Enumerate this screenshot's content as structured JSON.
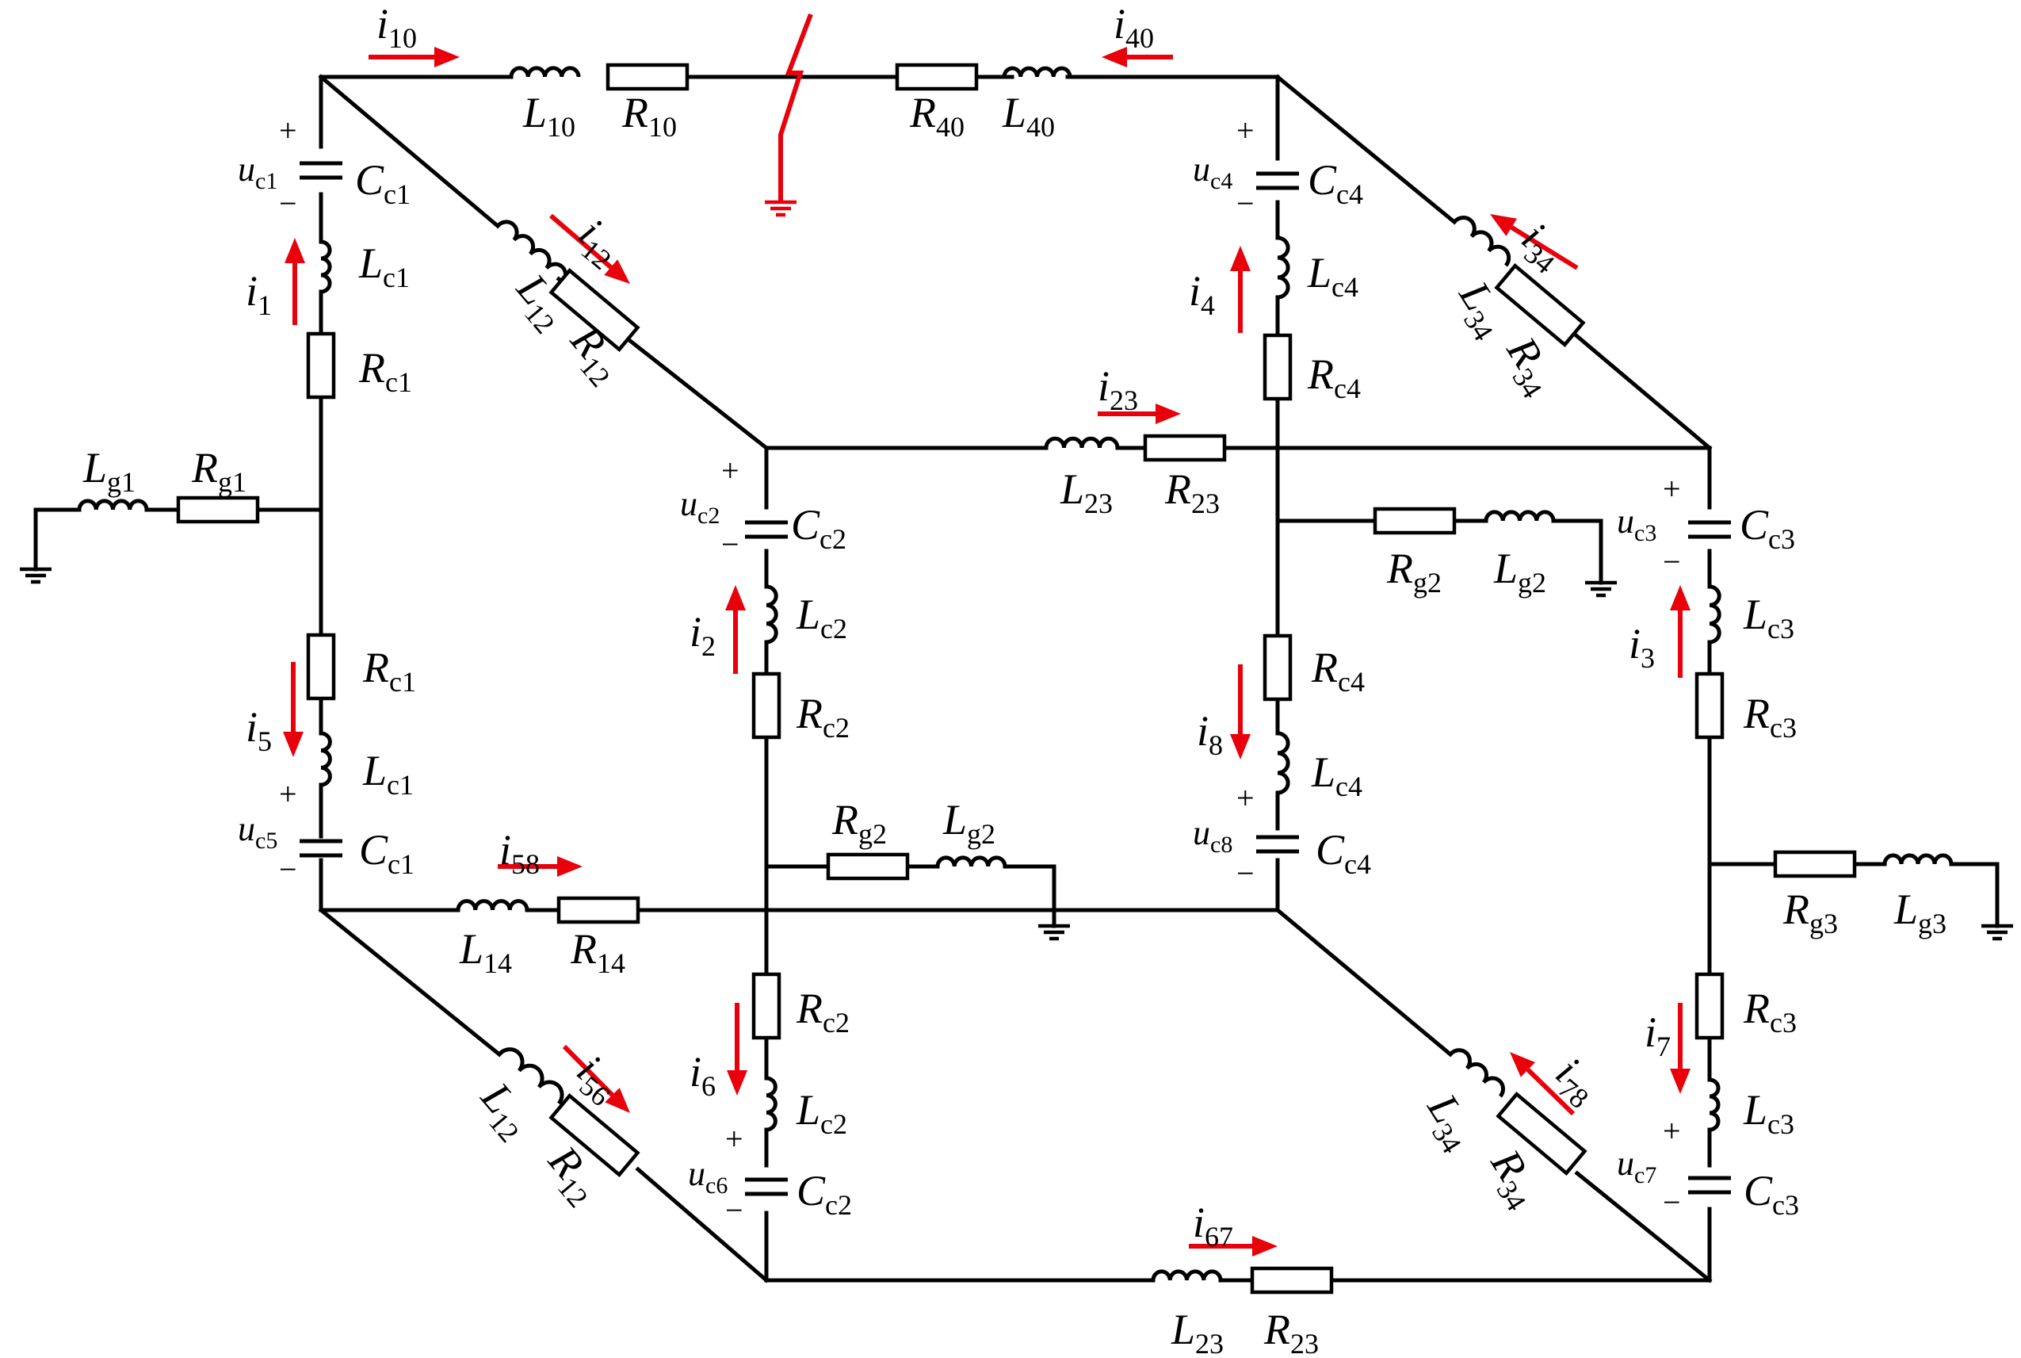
{
  "labels": [
    {
      "b": "i",
      "s": "10",
      "kind": "current"
    },
    {
      "b": "i",
      "s": "40",
      "kind": "current"
    },
    {
      "b": "L",
      "s": "10"
    },
    {
      "b": "R",
      "s": "10"
    },
    {
      "b": "R",
      "s": "40"
    },
    {
      "b": "L",
      "s": "40"
    },
    {
      "b": "C",
      "s": "c1"
    },
    {
      "b": "L",
      "s": "c1"
    },
    {
      "b": "R",
      "s": "c1"
    },
    {
      "b": "i",
      "s": "1",
      "kind": "current"
    },
    {
      "b": "C",
      "s": "c4"
    },
    {
      "b": "L",
      "s": "c4"
    },
    {
      "b": "R",
      "s": "c4"
    },
    {
      "b": "i",
      "s": "4",
      "kind": "current"
    },
    {
      "b": "L",
      "s": "12"
    },
    {
      "b": "R",
      "s": "12"
    },
    {
      "b": "i",
      "s": "12",
      "kind": "current"
    },
    {
      "b": "L",
      "s": "34"
    },
    {
      "b": "R",
      "s": "34"
    },
    {
      "b": "i",
      "s": "34",
      "kind": "current"
    },
    {
      "b": "i",
      "s": "23",
      "kind": "current"
    },
    {
      "b": "L",
      "s": "23"
    },
    {
      "b": "R",
      "s": "23"
    },
    {
      "b": "L",
      "s": "g1"
    },
    {
      "b": "R",
      "s": "g1"
    },
    {
      "b": "C",
      "s": "c2"
    },
    {
      "b": "L",
      "s": "c2"
    },
    {
      "b": "R",
      "s": "c2"
    },
    {
      "b": "i",
      "s": "2",
      "kind": "current"
    },
    {
      "b": "R",
      "s": "g2"
    },
    {
      "b": "L",
      "s": "g2"
    },
    {
      "b": "C",
      "s": "c3"
    },
    {
      "b": "L",
      "s": "c3"
    },
    {
      "b": "R",
      "s": "c3"
    },
    {
      "b": "i",
      "s": "3",
      "kind": "current"
    },
    {
      "b": "R",
      "s": "c1"
    },
    {
      "b": "L",
      "s": "c1"
    },
    {
      "b": "i",
      "s": "5",
      "kind": "current"
    },
    {
      "b": "C",
      "s": "c1"
    },
    {
      "b": "R",
      "s": "c4"
    },
    {
      "b": "L",
      "s": "c4"
    },
    {
      "b": "i",
      "s": "8",
      "kind": "current"
    },
    {
      "b": "C",
      "s": "c4"
    },
    {
      "b": "R",
      "s": "g2"
    },
    {
      "b": "L",
      "s": "g2"
    },
    {
      "b": "i",
      "s": "58",
      "kind": "current"
    },
    {
      "b": "L",
      "s": "14"
    },
    {
      "b": "R",
      "s": "14"
    },
    {
      "b": "R",
      "s": "g3"
    },
    {
      "b": "L",
      "s": "g3"
    },
    {
      "b": "R",
      "s": "c2"
    },
    {
      "b": "L",
      "s": "c2"
    },
    {
      "b": "i",
      "s": "6",
      "kind": "current"
    },
    {
      "b": "C",
      "s": "c2"
    },
    {
      "b": "R",
      "s": "c3"
    },
    {
      "b": "L",
      "s": "c3"
    },
    {
      "b": "i",
      "s": "7",
      "kind": "current"
    },
    {
      "b": "C",
      "s": "c3"
    },
    {
      "b": "L",
      "s": "12"
    },
    {
      "b": "R",
      "s": "12"
    },
    {
      "b": "i",
      "s": "56",
      "kind": "current"
    },
    {
      "b": "L",
      "s": "34"
    },
    {
      "b": "R",
      "s": "34"
    },
    {
      "b": "i",
      "s": "78",
      "kind": "current"
    },
    {
      "b": "i",
      "s": "67",
      "kind": "current"
    },
    {
      "b": "L",
      "s": "23"
    },
    {
      "b": "R",
      "s": "23"
    }
  ],
  "capacitor_voltages": [
    {
      "b": "u",
      "s": "c1",
      "plus": "+",
      "minus": "−"
    },
    {
      "b": "u",
      "s": "c4",
      "plus": "+",
      "minus": "−"
    },
    {
      "b": "u",
      "s": "c2",
      "plus": "+",
      "minus": "−"
    },
    {
      "b": "u",
      "s": "c3",
      "plus": "+",
      "minus": "−"
    },
    {
      "b": "u",
      "s": "c5",
      "plus": "+",
      "minus": "−"
    },
    {
      "b": "u",
      "s": "c8",
      "plus": "+",
      "minus": "−"
    },
    {
      "b": "u",
      "s": "c6",
      "plus": "+",
      "minus": "−"
    },
    {
      "b": "u",
      "s": "c7",
      "plus": "+",
      "minus": "−"
    }
  ],
  "colors": {
    "wire": "#000000",
    "current_arrow": "#e8000b",
    "fault": "#e8000b",
    "background": "#ffffff"
  },
  "symbols": [
    "resistor",
    "inductor",
    "capacitor",
    "ground",
    "fault-lightning",
    "current-arrow"
  ]
}
